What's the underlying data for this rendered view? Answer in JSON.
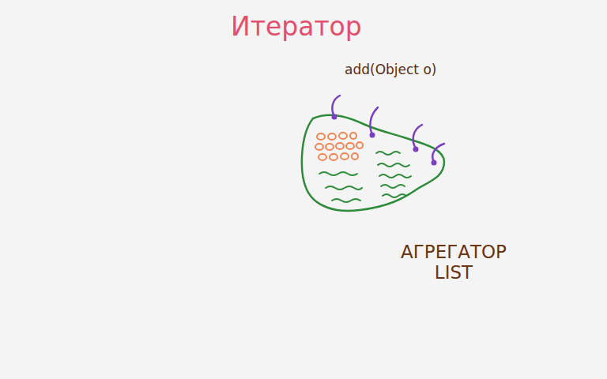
{
  "diagram": {
    "title": "Итератор",
    "labels": [
      "add(Object o)",
      "АГРЕГАТОР LIST"
    ]
  }
}
